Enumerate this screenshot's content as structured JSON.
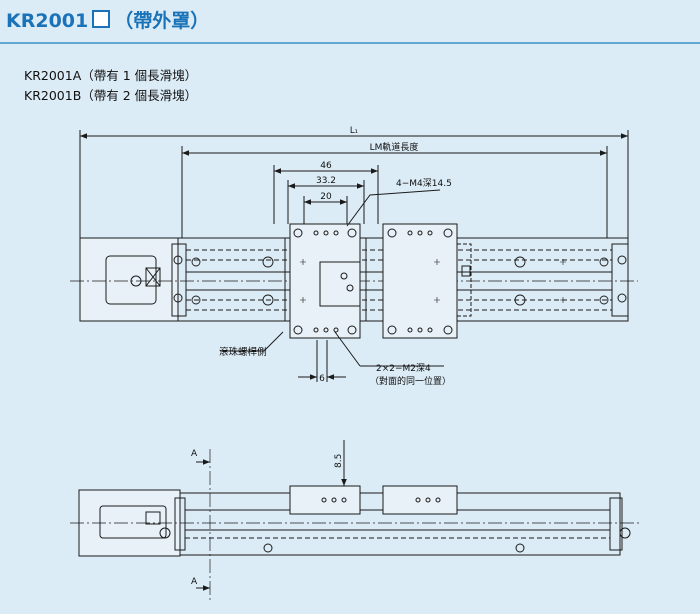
{
  "title": {
    "model": "KR2001",
    "suffix": "（帶外罩）"
  },
  "variants": [
    "KR2001A（帶有 1 個長滑塊）",
    "KR2001B（帶有 2 個長滑塊）"
  ],
  "dims": {
    "L1": "L₁",
    "lm_rail_length": "LM軌道長度",
    "d46": "46",
    "d33_2": "33.2",
    "d20": "20",
    "tap_4m4": "4−M4深14.5",
    "ball_screw_side": "滾珠螺桿側",
    "d6": "6",
    "tap_2x2m2": "2×2−M2深4",
    "opposite_note": "（對面的同一位置）",
    "section_a": "A",
    "d8_5": "8.5"
  },
  "colors": {
    "background": "#dcecf6",
    "accent": "#1a73b8",
    "line": "#1a1a1a"
  }
}
